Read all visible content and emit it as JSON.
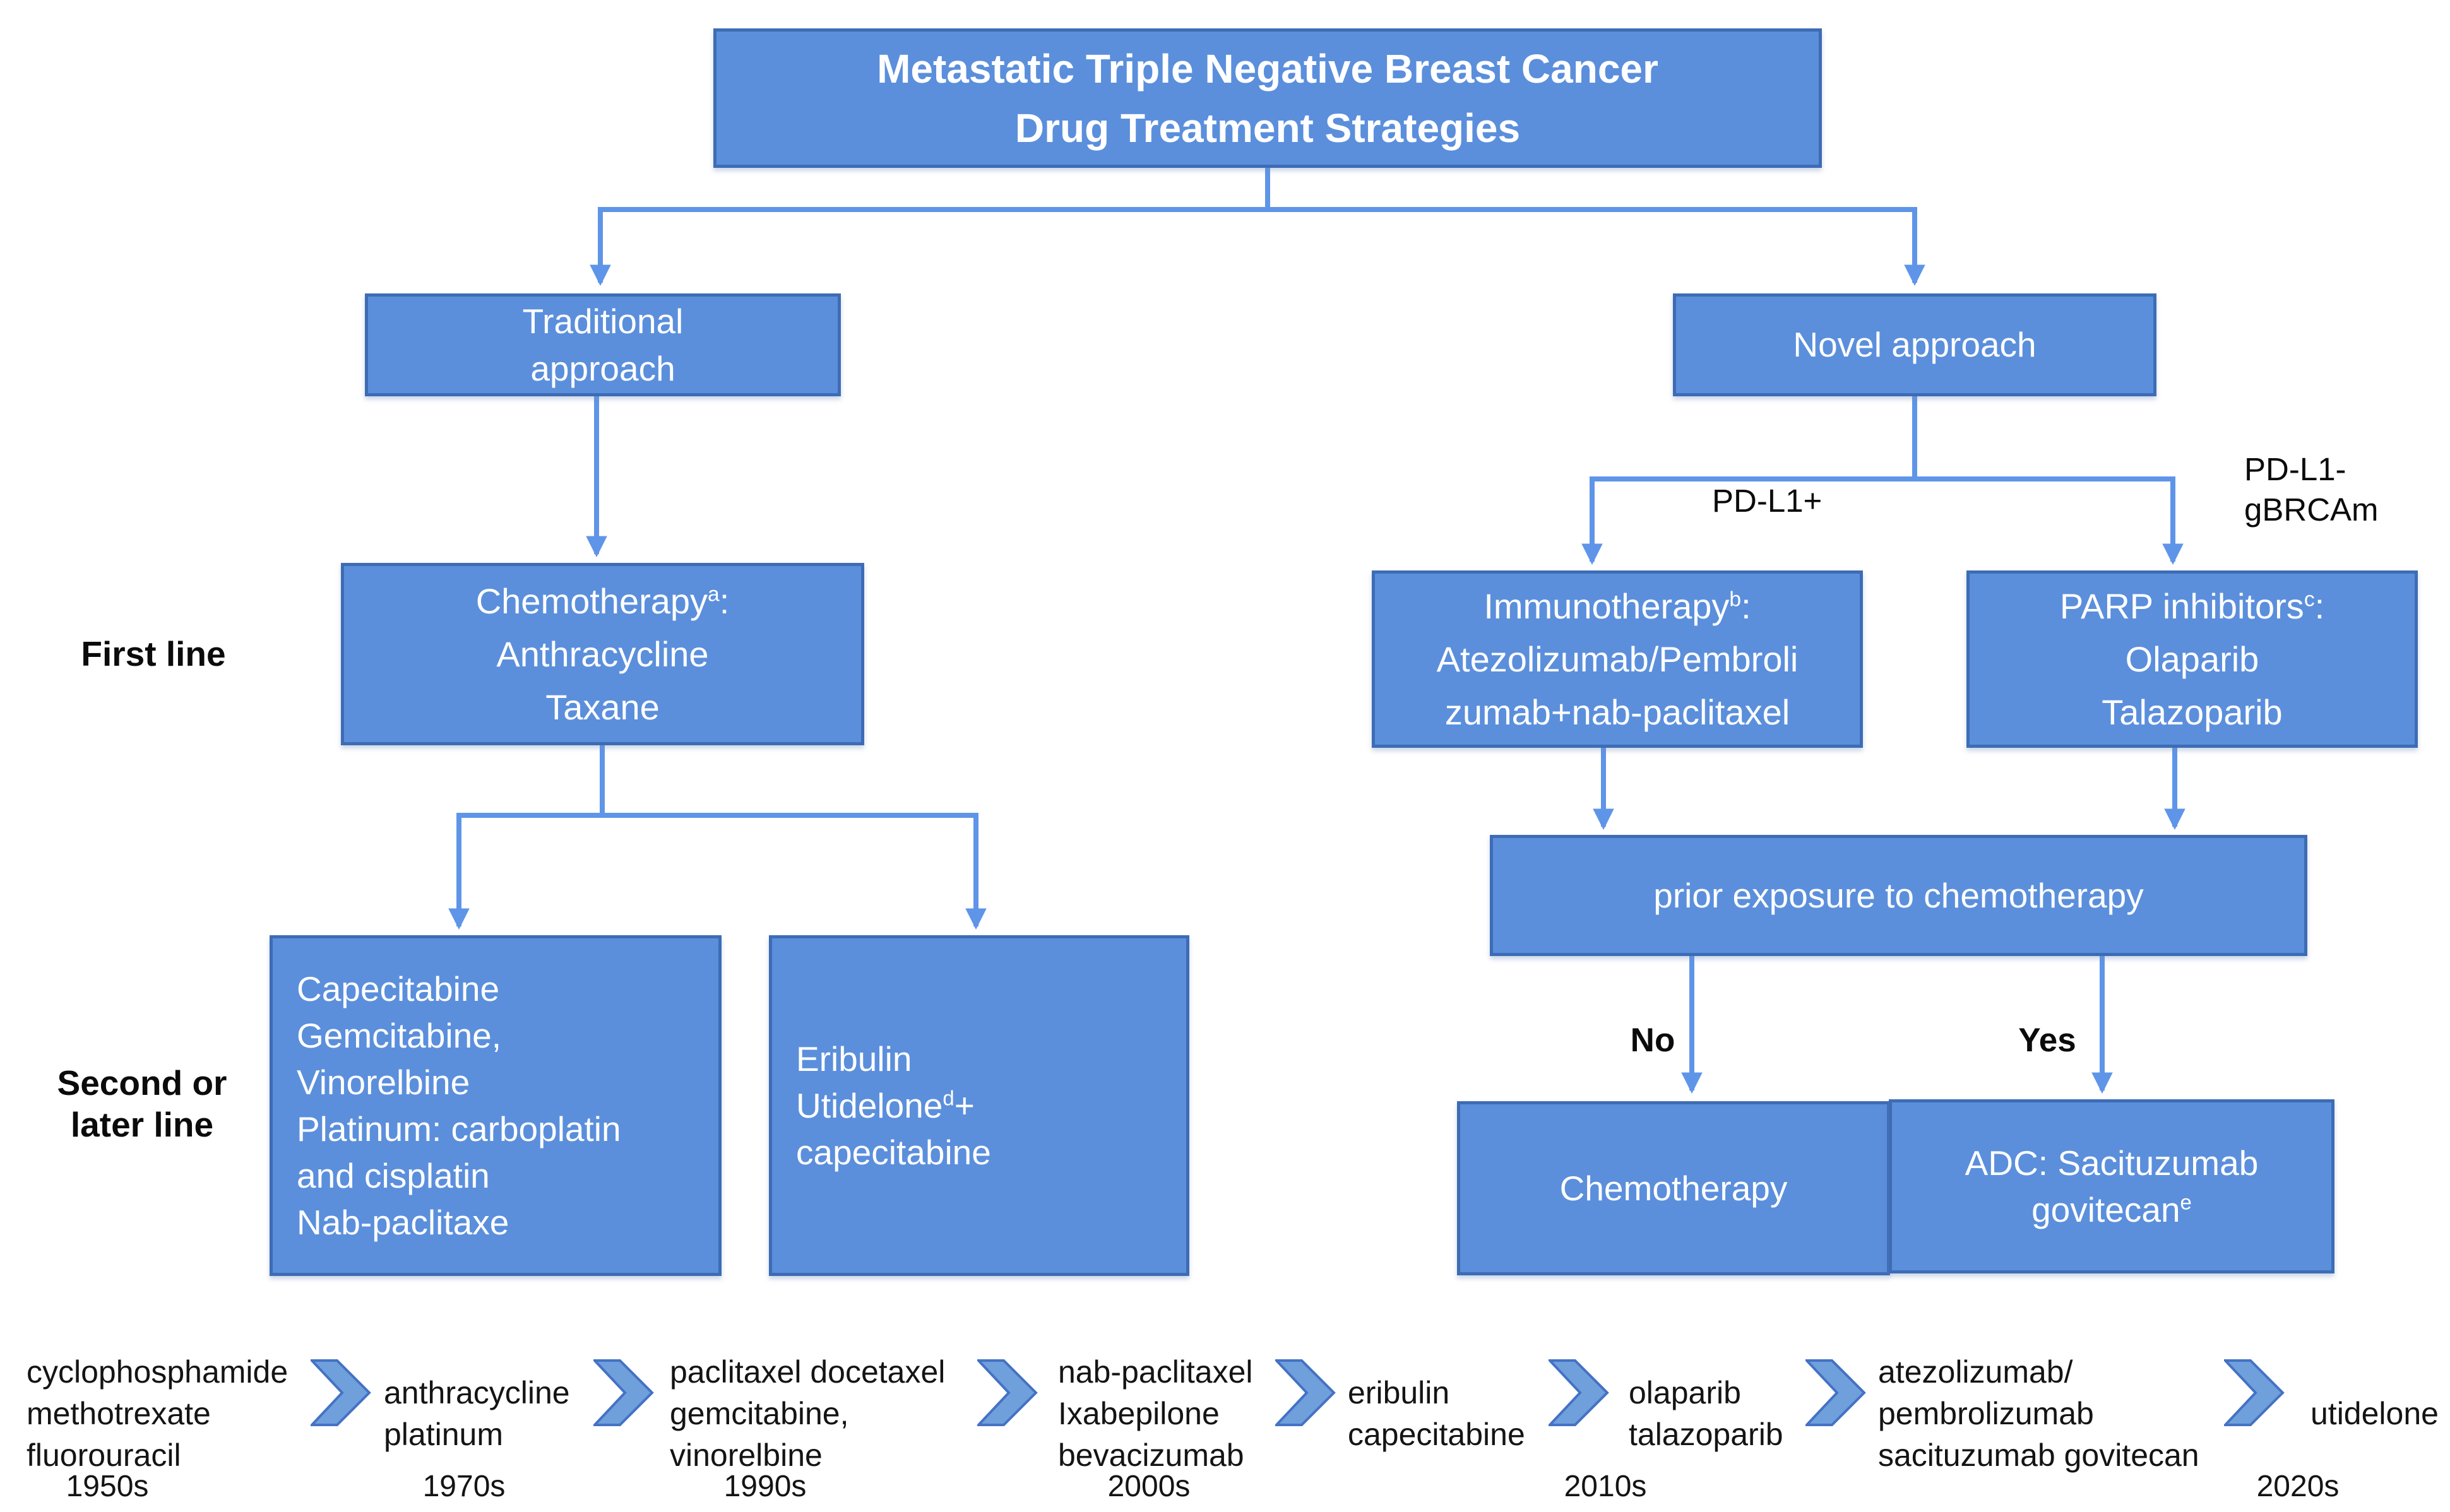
{
  "title": {
    "line1": "Metastatic Triple Negative Breast Cancer",
    "line2": "Drug Treatment Strategies"
  },
  "approaches": {
    "traditional": [
      "Traditional",
      "approach"
    ],
    "novel": "Novel approach"
  },
  "stage_labels": {
    "first_line": "First line",
    "second_or_later": [
      "Second or",
      "later line"
    ]
  },
  "edge_labels": {
    "pdl1_positive": "PD-L1+",
    "pdl1_negative": [
      "PD-L1-",
      "gBRCAm"
    ],
    "no": "No",
    "yes": "Yes"
  },
  "first_line": {
    "chemotherapy": {
      "head": "Chemotherapy",
      "sup": "a",
      "tail": ":",
      "drugs": [
        "Anthracycline",
        "Taxane"
      ]
    },
    "immunotherapy": {
      "head": "Immunotherapy",
      "sup": "b",
      "tail": ":",
      "drugs": [
        "Atezolizumab/Pembroli",
        "zumab+nab-paclitaxel"
      ]
    },
    "parp_inhibitors": {
      "head": "PARP inhibitors",
      "sup": "c",
      "tail": ":",
      "drugs": [
        "Olaparib",
        "Talazoparib"
      ]
    }
  },
  "second_line": {
    "chemo_options": [
      "Capecitabine",
      "Gemcitabine,",
      "Vinorelbine",
      "Platinum: carboplatin",
      "and cisplatin",
      "Nab-paclitaxe"
    ],
    "eribulin_box": {
      "line1": "Eribulin",
      "head": "Utidelone",
      "sup": "d",
      "tail": "+",
      "line3": "capecitabine"
    },
    "prior_exposure": "prior exposure to chemotherapy",
    "chemotherapy": "Chemotherapy",
    "adc": {
      "line1": "ADC: Sacituzumab",
      "head": "govitecan",
      "sup": "e",
      "tail": ""
    }
  },
  "timeline": {
    "eras": [
      {
        "drugs": [
          "cyclophosphamide",
          "methotrexate",
          "fluorouracil"
        ]
      },
      {
        "drugs": [
          "anthracycline",
          "platinum"
        ]
      },
      {
        "drugs": [
          "paclitaxel docetaxel",
          "gemcitabine,",
          "vinorelbine"
        ]
      },
      {
        "drugs": [
          "nab-paclitaxel",
          "Ixabepilone",
          "bevacizumab"
        ]
      },
      {
        "drugs": [
          "eribulin",
          "capecitabine"
        ]
      },
      {
        "drugs": [
          "olaparib",
          "talazoparib"
        ]
      },
      {
        "drugs": [
          "atezolizumab/",
          "pembrolizumab",
          "sacituzumab govitecan"
        ]
      },
      {
        "drugs": [
          "utidelone"
        ]
      }
    ],
    "decades": [
      "1950s",
      "1970s",
      "1990s",
      "2000s",
      "2010s",
      "2020s"
    ]
  },
  "colors": {
    "box_fill": "#5B8FDC",
    "box_border": "#3D6CB5",
    "connector": "#5E95E8",
    "chevron_fill": "#6FA0DC",
    "chevron_border": "#4472C4",
    "box_text": "#FFFFFF",
    "label_text": "#111111"
  }
}
